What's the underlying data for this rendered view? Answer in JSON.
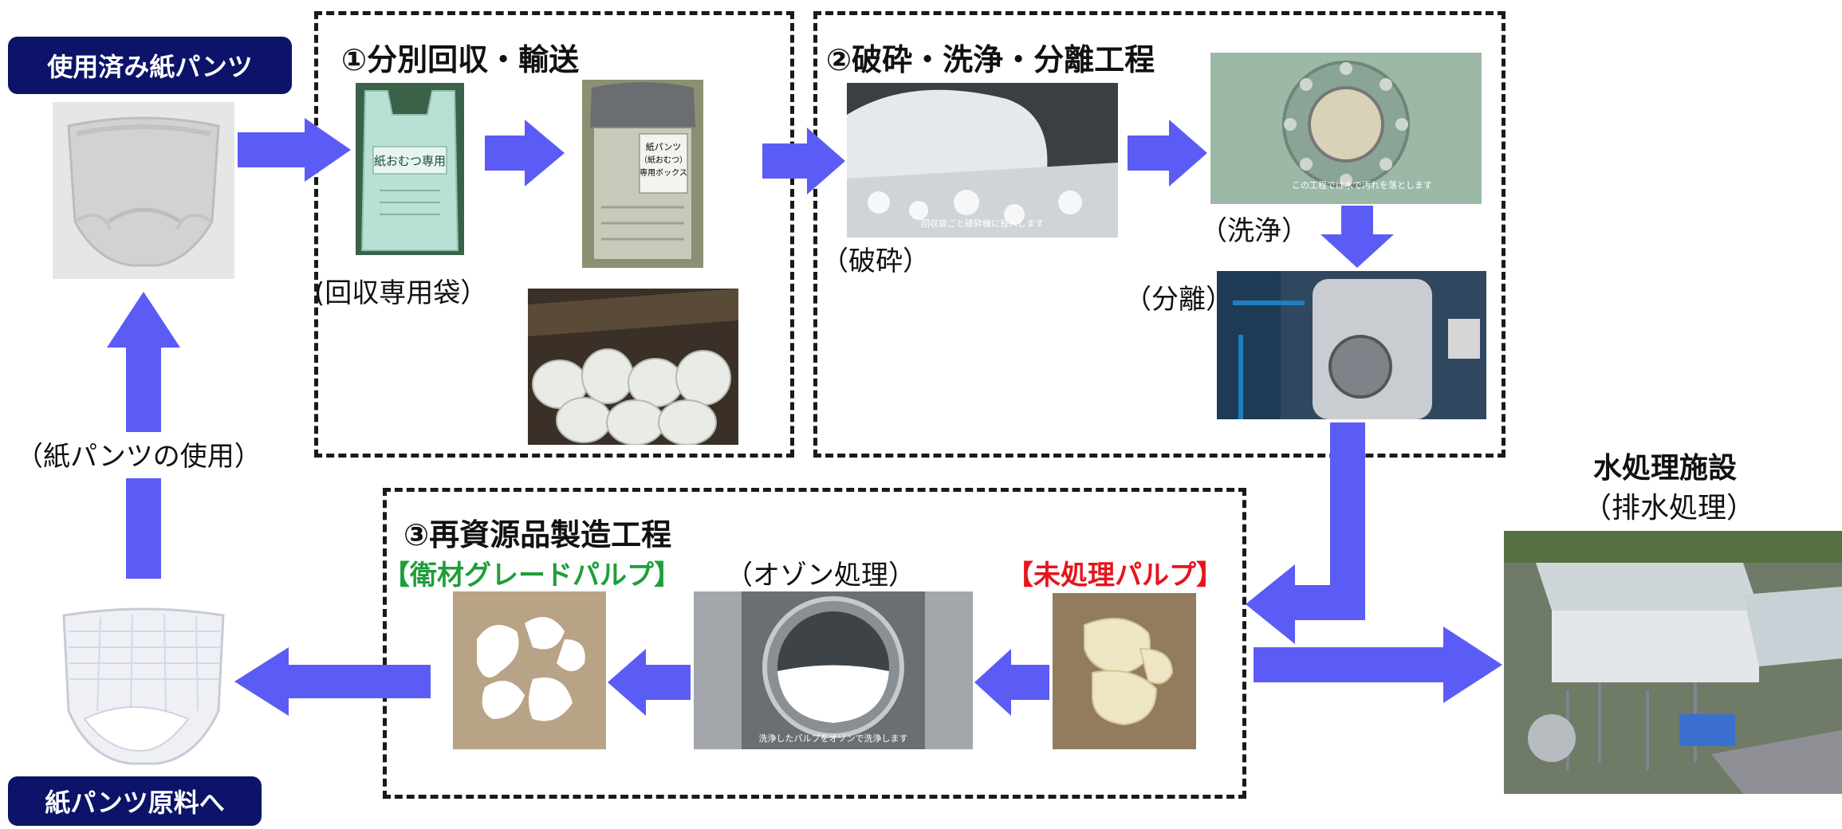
{
  "labels": {
    "used_pants": "使用済み紙パンツ",
    "to_material": "紙パンツ原料へ",
    "use_of_pants": "（紙パンツの使用）"
  },
  "steps": {
    "step1_title": "①分別回収・輸送",
    "step1_bag_caption": "(回収専用袋）",
    "step2_title": "②破砕・洗浄・分離工程",
    "crush_caption": "（破砕）",
    "wash_caption": "（洗浄）",
    "separate_caption": "（分離）",
    "step3_title": "③再資源品製造工程",
    "sanitary_pulp": "【衛材グレードパルプ】",
    "ozone_caption": "（オゾン処理）",
    "untreated_pulp": "【未処理パルプ】"
  },
  "water": {
    "title": "水処理施設",
    "subtitle": "（排水処理）"
  },
  "photo_text": {
    "bag_line1": "紙おむつ専用",
    "box_line1": "紙パンツ",
    "box_line2": "（紙おむつ）",
    "box_line3": "専用ボックス",
    "crush_subtitle": "回収袋ごと破砕機に投入します",
    "wash_subtitle": "この工程では水で汚れを落とします",
    "ozone_subtitle": "洗浄したパルプをオゾンで洗浄します"
  },
  "colors": {
    "arrow": "#5b5cf5",
    "navy": "#0c1368",
    "green": "#1e9e3a",
    "red": "#e8141c"
  }
}
